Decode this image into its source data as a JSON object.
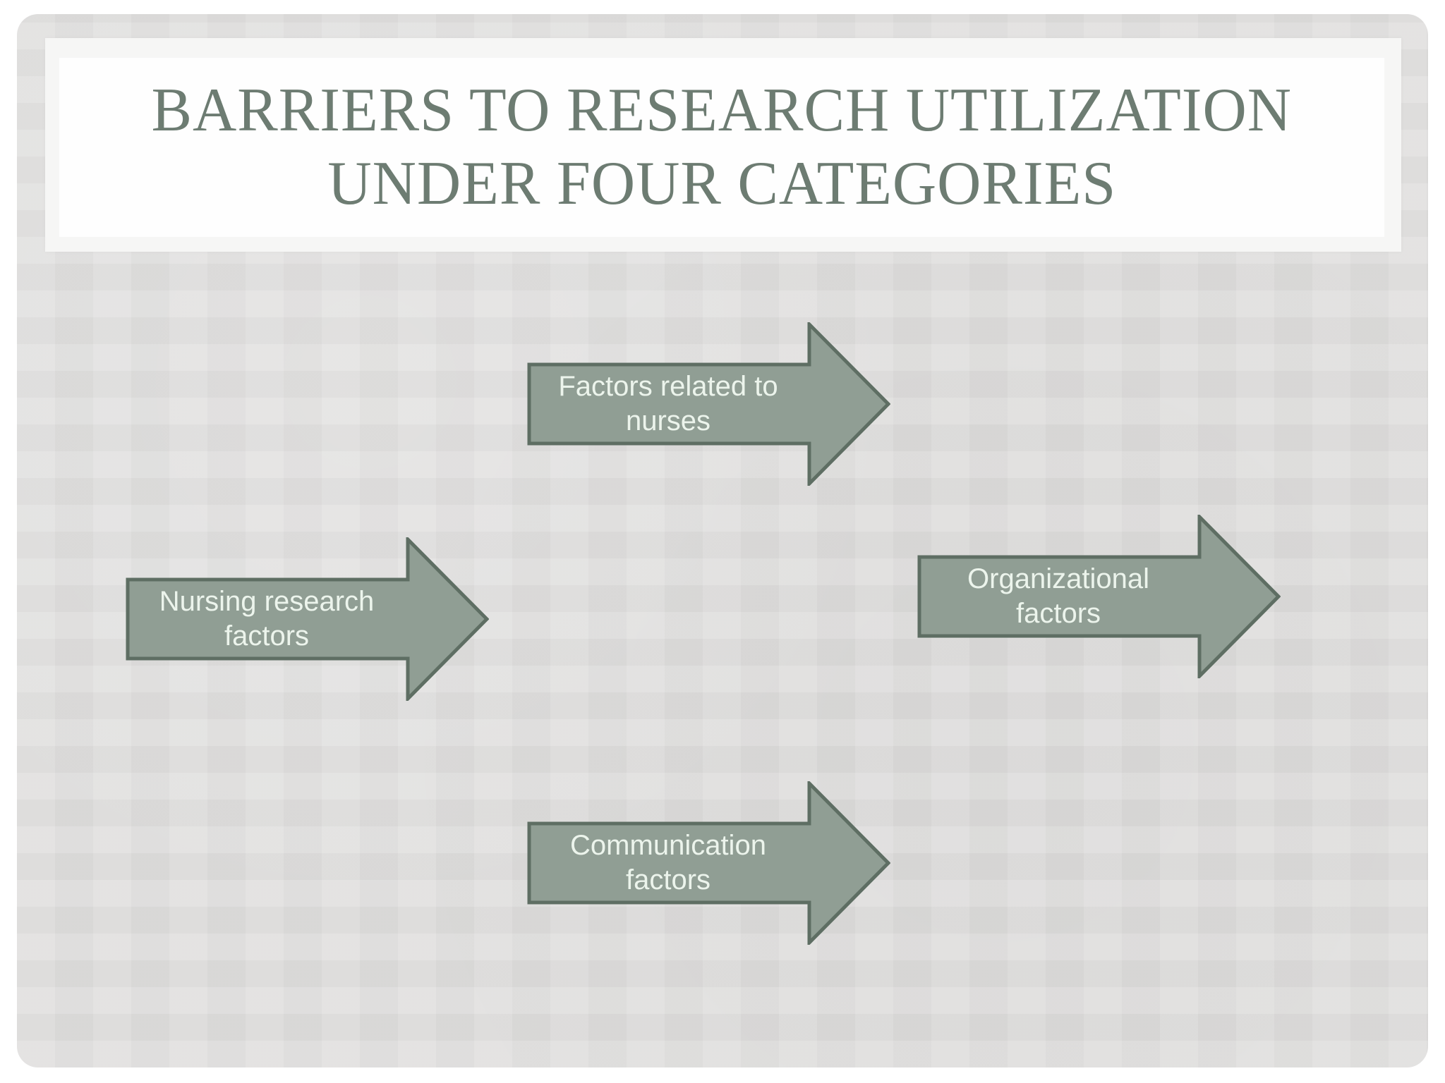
{
  "slide": {
    "title": {
      "line1": "BARRIERS TO RESEARCH UTILIZATION",
      "line2": "UNDER FOUR CATEGORIES"
    }
  },
  "arrows": [
    {
      "id": "factors-related-to-nurses",
      "line1": "Factors related to",
      "line2": "nurses",
      "direction": "right"
    },
    {
      "id": "nursing-research-factors",
      "line1": "Nursing research",
      "line2": "factors",
      "direction": "right"
    },
    {
      "id": "organizational-factors",
      "line1": "Organizational",
      "line2": "factors",
      "direction": "right"
    },
    {
      "id": "communication-factors",
      "line1": "Communication",
      "line2": "factors",
      "direction": "right"
    }
  ],
  "colors": {
    "slide_bg": "#dedddc",
    "title_text": "#6d7c72",
    "arrow_fill": "#909e94",
    "arrow_border": "#5e6e63",
    "arrow_text": "#ecf4ec"
  }
}
